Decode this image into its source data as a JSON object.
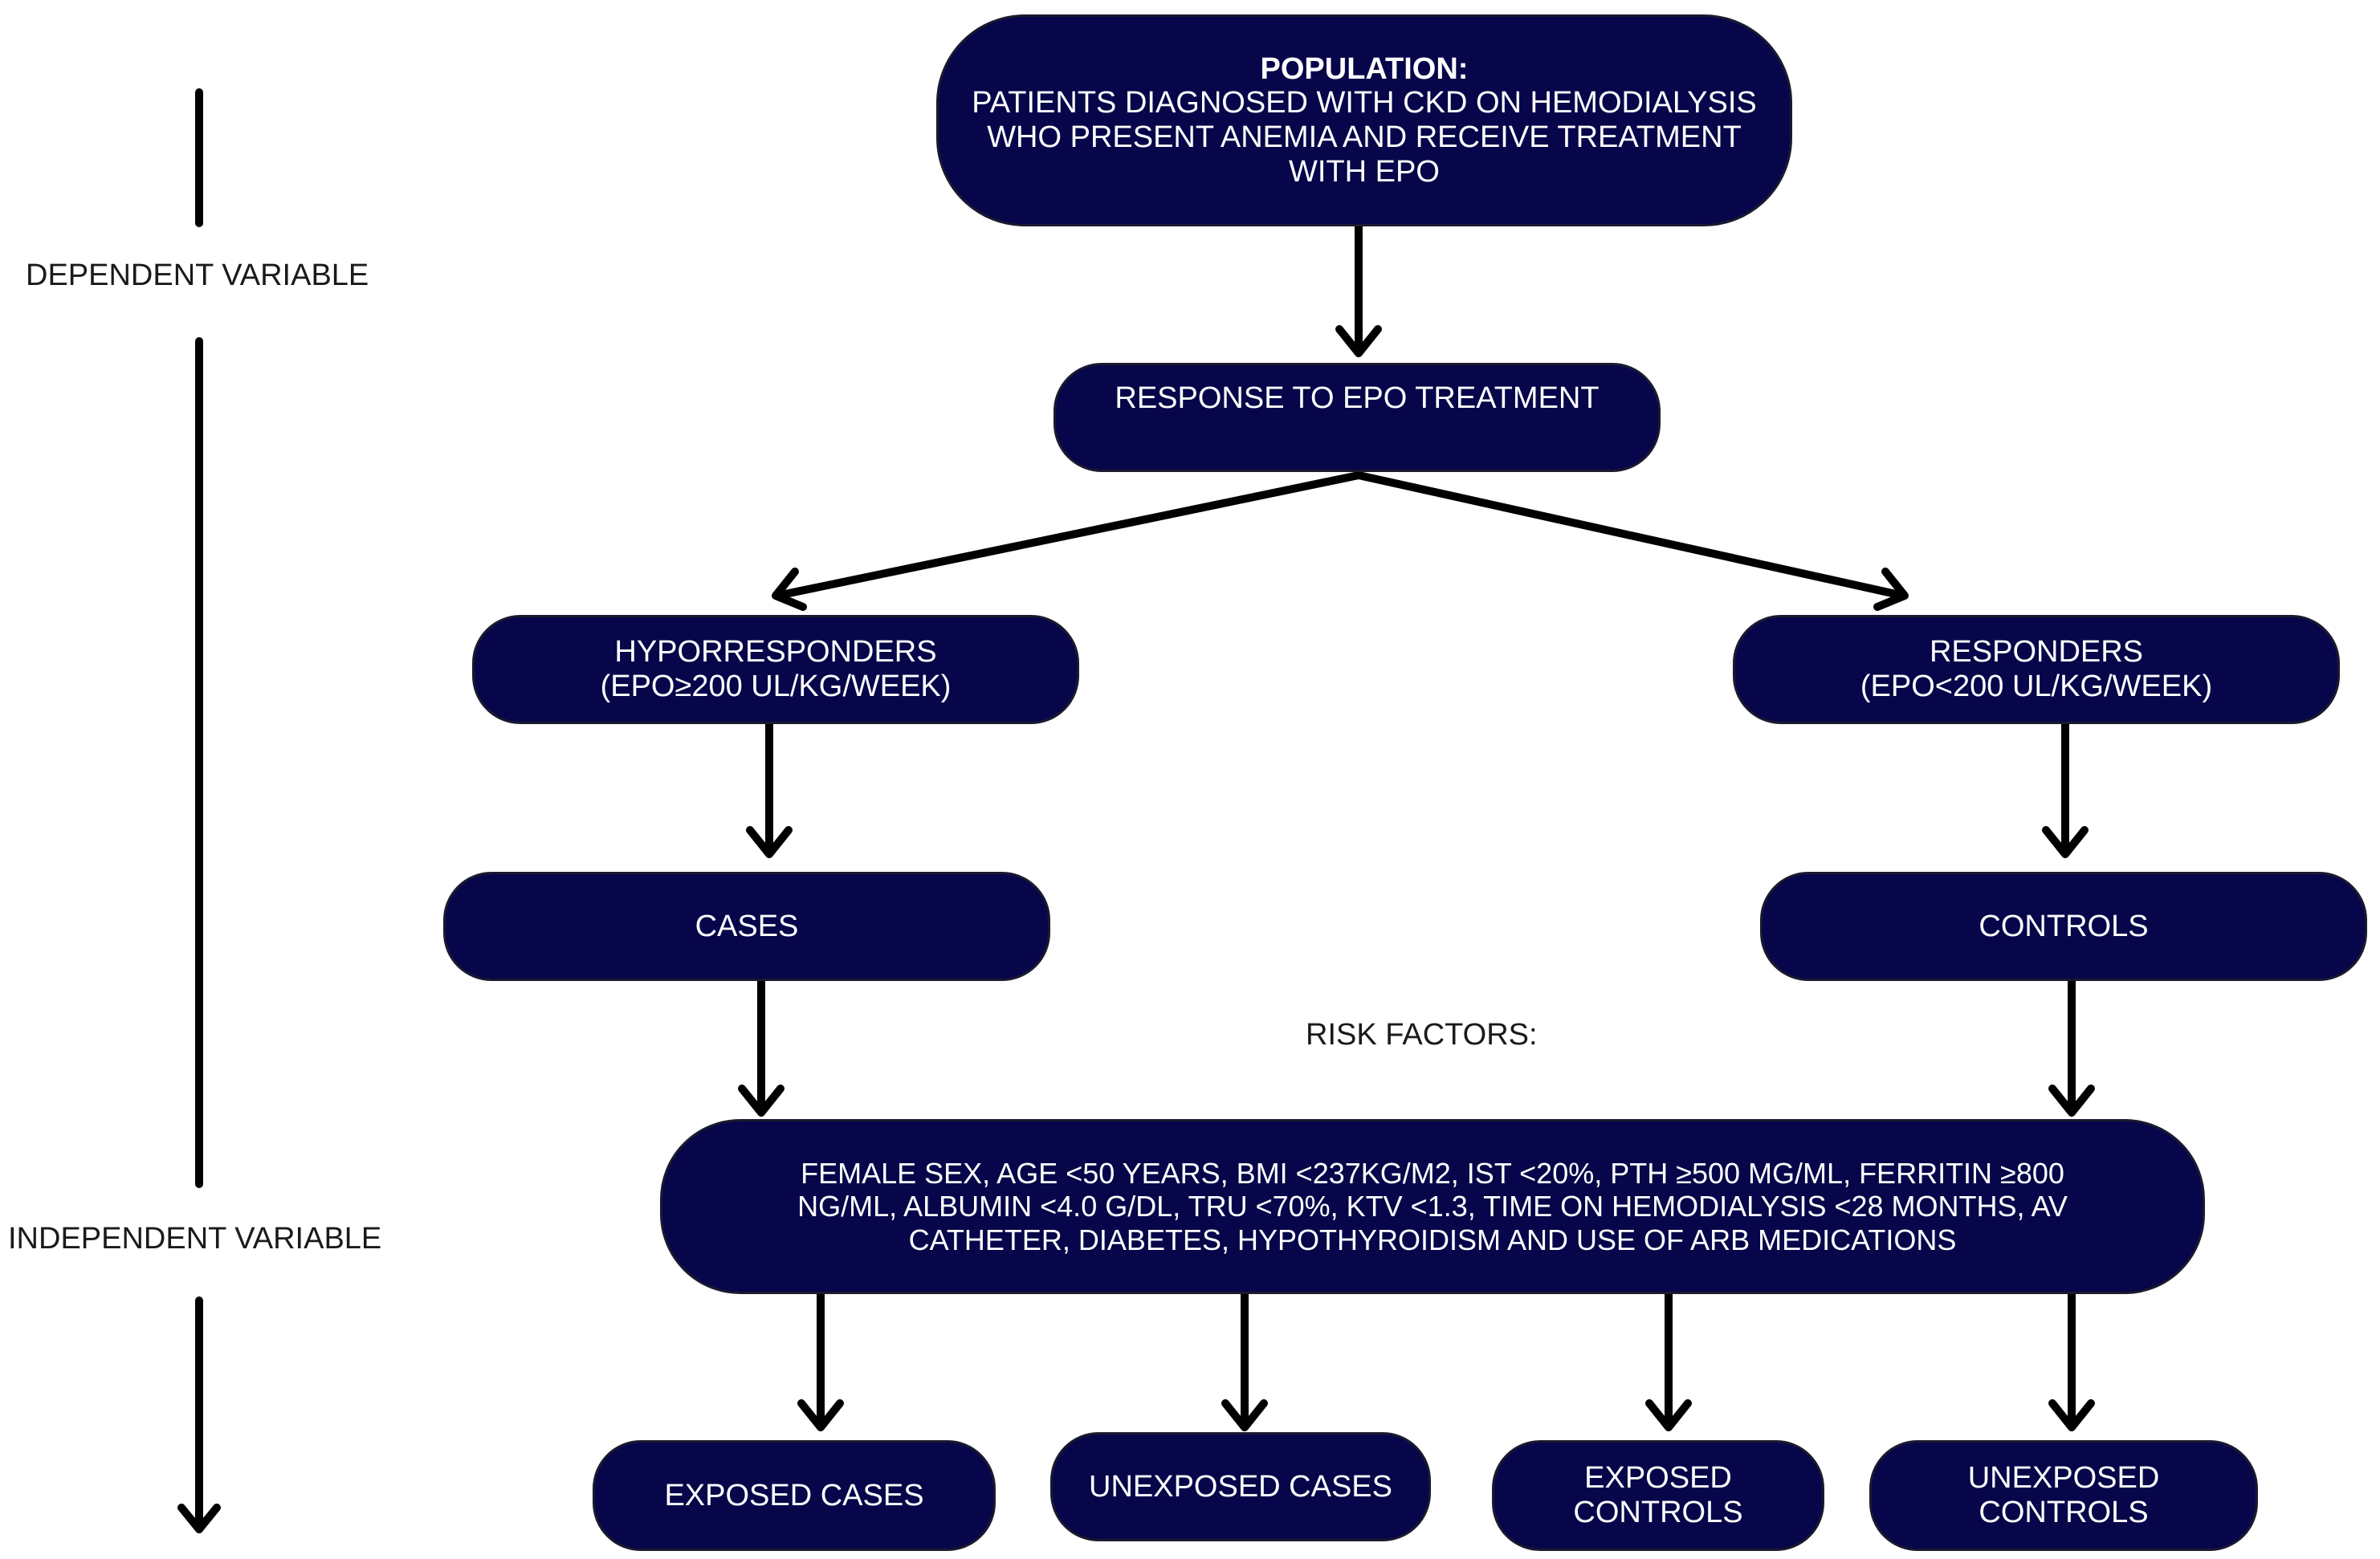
{
  "axis": {
    "dependent_label": "DEPENDENT VARIABLE",
    "independent_label": "INDEPENDENT VARIABLE"
  },
  "nodes": {
    "population": {
      "heading": "POPULATION:",
      "line1": "PATIENTS DIAGNOSED WITH CKD ON HEMODIALYSIS",
      "line2": "WHO PRESENT ANEMIA AND RECEIVE TREATMENT",
      "line3": "WITH EPO"
    },
    "response": {
      "label": "RESPONSE TO EPO TREATMENT"
    },
    "hyporresponders": {
      "line1": "HYPORRESPONDERS",
      "line2": "(EPO≥200 UL/KG/WEEK)"
    },
    "responders": {
      "line1": "RESPONDERS",
      "line2": "(EPO<200 UL/KG/WEEK)"
    },
    "cases": {
      "label": "CASES"
    },
    "controls": {
      "label": "CONTROLS"
    },
    "risk_factors": {
      "line1": "FEMALE SEX, AGE <50 YEARS, BMI <237KG/M2, IST <20%, PTH ≥500 MG/ML, FERRITIN ≥800",
      "line2": "NG/ML, ALBUMIN <4.0 G/DL, TRU <70%, KTV <1.3, TIME ON HEMODIALYSIS <28 MONTHS, AV",
      "line3": "CATHETER, DIABETES, HYPOTHYROIDISM AND USE OF ARB MEDICATIONS"
    },
    "exposed_cases": {
      "label": "EXPOSED CASES"
    },
    "unexposed_cases": {
      "label": "UNEXPOSED CASES"
    },
    "exposed_controls": {
      "line1": "EXPOSED",
      "line2": "CONTROLS"
    },
    "unexposed_controls": {
      "line1": "UNEXPOSED",
      "line2": "CONTROLS"
    }
  },
  "risk_factors_label": "RISK FACTORS:",
  "colors": {
    "node_fill": "#07064a",
    "node_text": "#ffffff",
    "arrow": "#000000"
  }
}
